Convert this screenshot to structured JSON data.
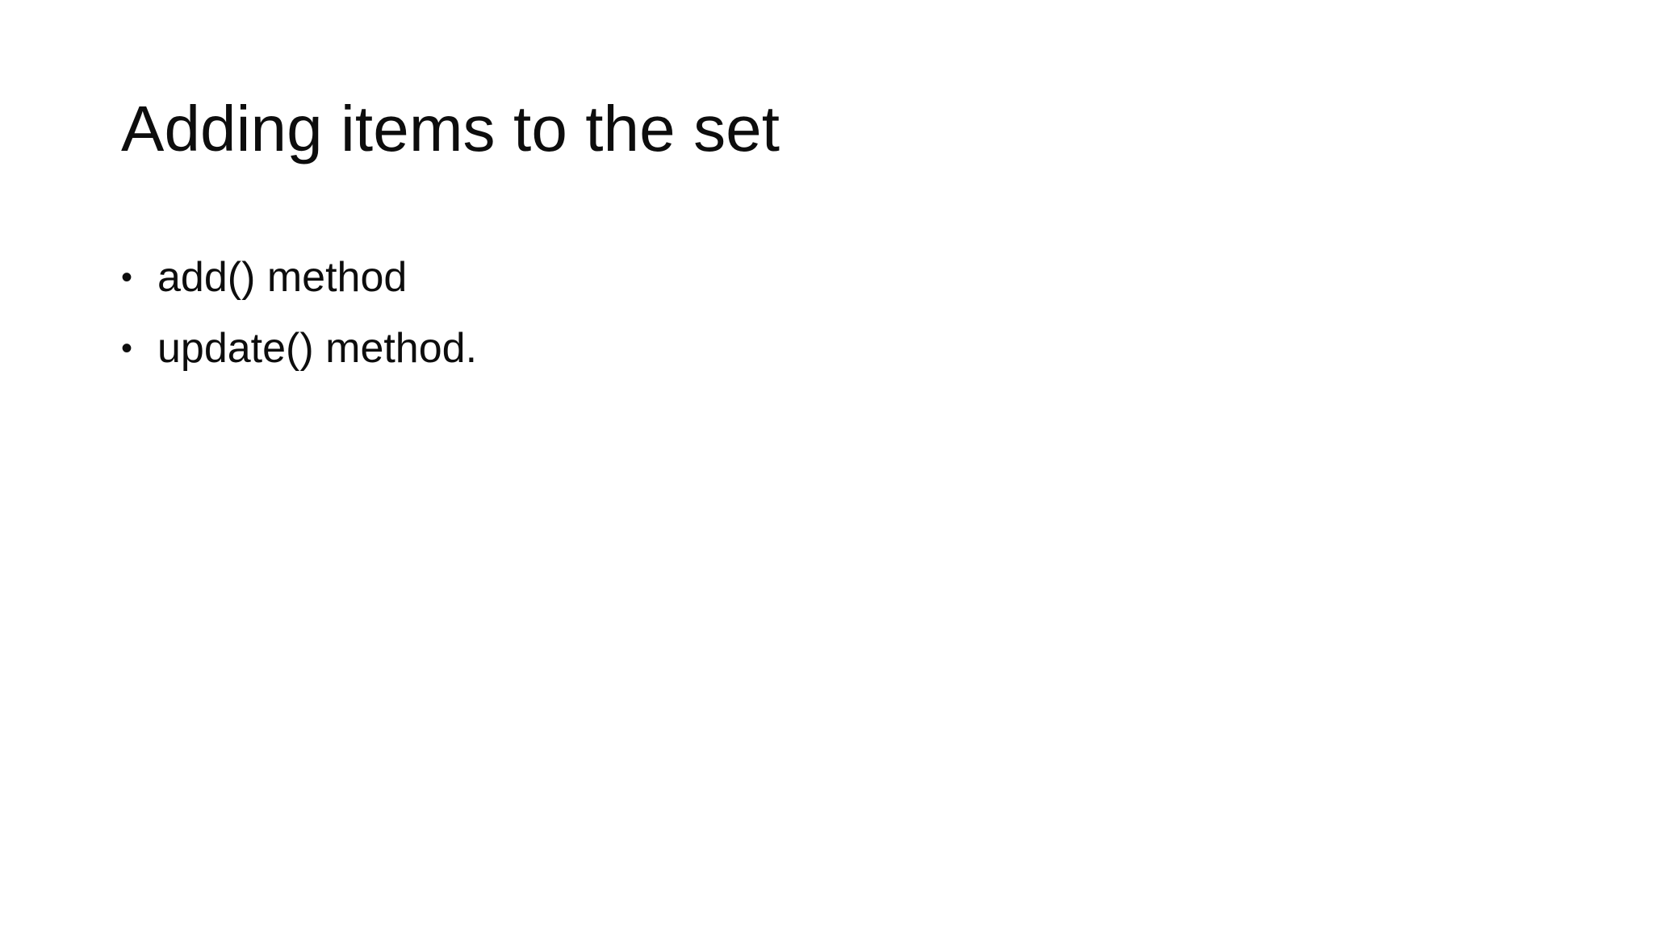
{
  "slide": {
    "background_color": "#ffffff",
    "text_color": "#0d0d0d",
    "title": "Adding items to the set",
    "bullets": [
      {
        "marker": "•",
        "text": "add() method"
      },
      {
        "marker": "•",
        "text": "update() method."
      }
    ]
  }
}
